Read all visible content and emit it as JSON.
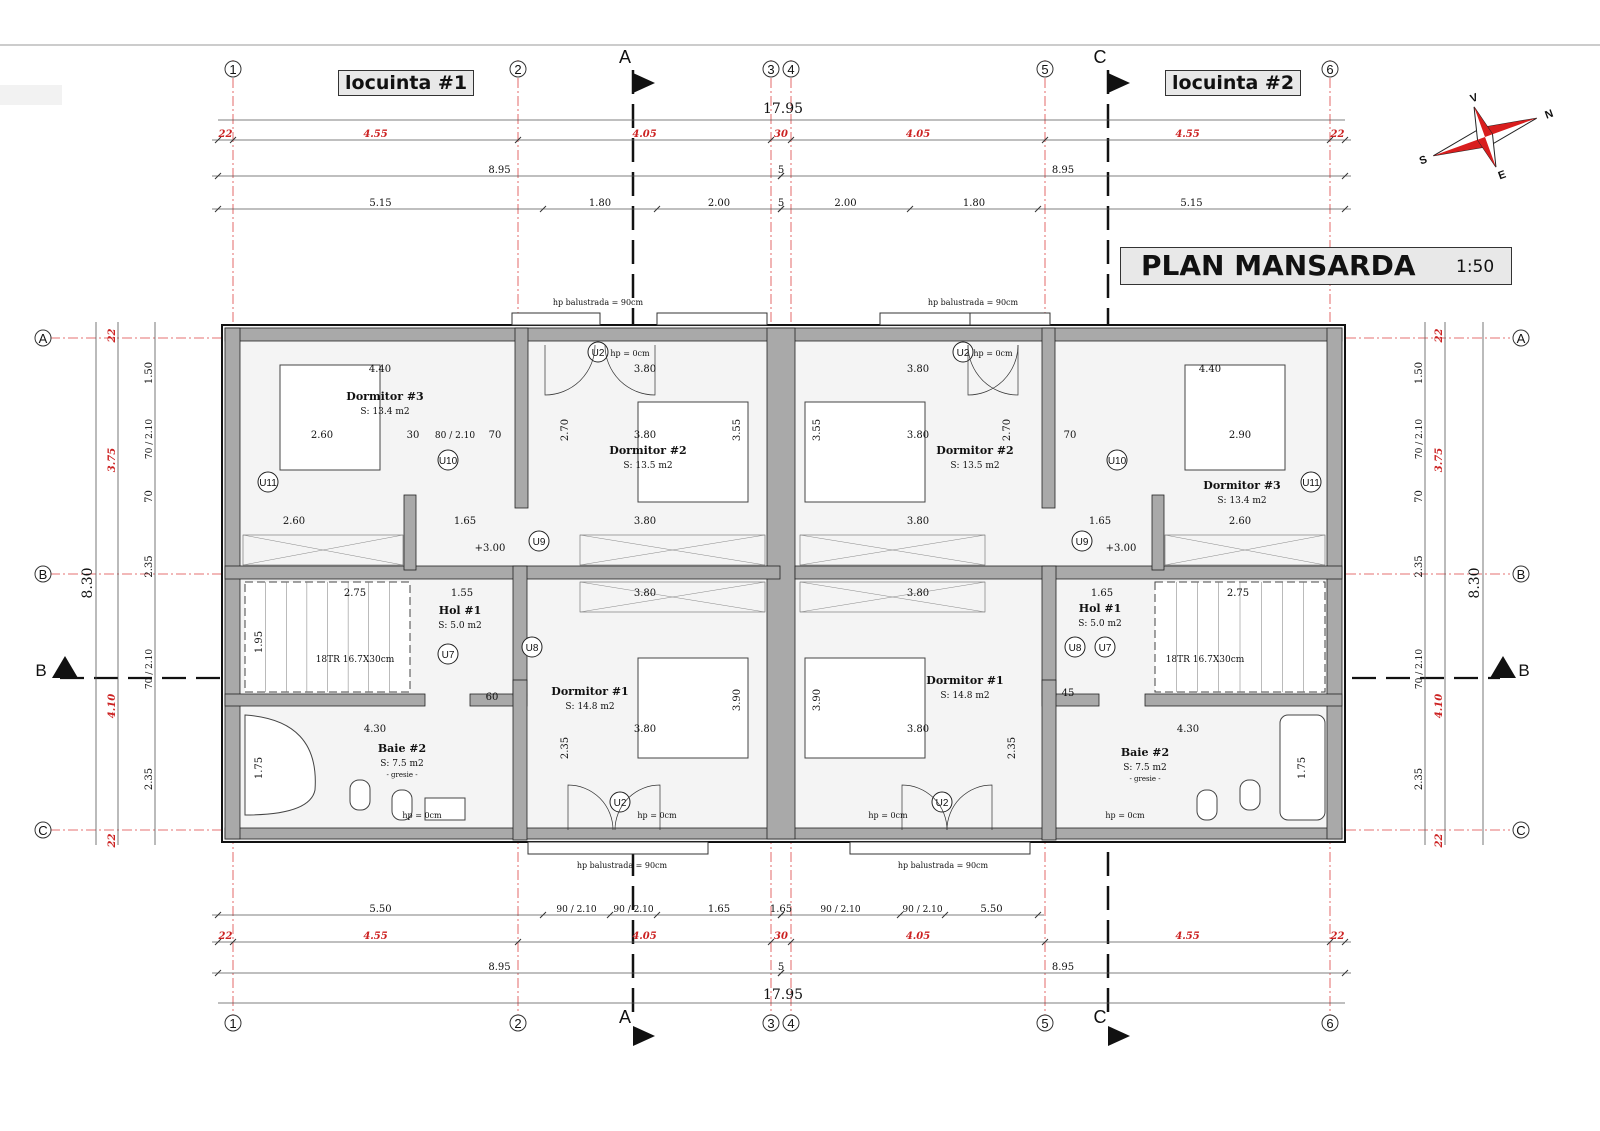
{
  "title": "PLAN MANSARDA",
  "scale": "1:50",
  "units": [
    "locuinta #1",
    "locuinta #2"
  ],
  "compass": {
    "labels": [
      "N",
      "S",
      "E",
      "V"
    ],
    "accent": "#d81e1e"
  },
  "axes": {
    "vertical": [
      "1",
      "2",
      "3",
      "4",
      "5",
      "6"
    ],
    "horizontal": [
      "A",
      "B",
      "C"
    ],
    "sections": [
      "A",
      "A",
      "C",
      "C",
      "B",
      "B"
    ]
  },
  "dimensions": {
    "top_total": "17.95",
    "bottom_total": "17.95",
    "top_axis_red": [
      "22",
      "4.55",
      "4.05",
      "30",
      "4.05",
      "4.55",
      "22"
    ],
    "top_half": [
      "8.95",
      "5",
      "8.95"
    ],
    "top_detail": [
      "5.15",
      "1.80",
      "2.00",
      "5",
      "2.00",
      "1.80",
      "5.15"
    ],
    "bottom_detail": [
      "5.50",
      "90 / 2.10",
      "90 / 2.10",
      "1.65",
      "1.65",
      "90 / 2.10",
      "90 / 2.10",
      "5.50"
    ],
    "bottom_axis_red": [
      "22",
      "4.55",
      "4.05",
      "30",
      "4.05",
      "4.55",
      "22"
    ],
    "bottom_half": [
      "8.95",
      "5",
      "8.95"
    ],
    "side_total": "8.30",
    "side_red": [
      "22",
      "3.75",
      "4.10",
      "22"
    ],
    "side_detail": [
      "1.50",
      "70 / 2.10",
      "70",
      "2.35",
      "70 / 2.10",
      "2.35"
    ]
  },
  "rooms": [
    {
      "name": "Dormitor #3",
      "area": "S: 13.4 m2"
    },
    {
      "name": "Dormitor #2",
      "area": "S: 13.5 m2"
    },
    {
      "name": "Hol #1",
      "area": "S: 5.0 m2"
    },
    {
      "name": "Dormitor #1",
      "area": "S: 14.8 m2"
    },
    {
      "name": "Baie #2",
      "area": "S: 7.5 m2",
      "finish": "- gresie -"
    },
    {
      "name": "Dormitor #2",
      "area": "S: 13.5 m2"
    },
    {
      "name": "Dormitor #3",
      "area": "S: 13.4 m2"
    },
    {
      "name": "Hol #1",
      "area": "S: 5.0 m2"
    },
    {
      "name": "Dormitor #1",
      "area": "S: 14.8 m2"
    },
    {
      "name": "Baie #2",
      "area": "S: 7.5 m2",
      "finish": "- gresie -"
    }
  ],
  "doors": [
    "U11",
    "U10",
    "U9",
    "U8",
    "U7",
    "U2",
    "U2",
    "U10",
    "U9",
    "U8",
    "U7",
    "U11",
    "U2",
    "U2"
  ],
  "notes": {
    "balustrade": "hp balustrada = 90cm",
    "hp0": "hp = 0cm",
    "stairs": "18TR 16.7X30cm",
    "level": "+3.00"
  },
  "interior_dims": [
    "4.40",
    "2.60",
    "30",
    "80 / 2.10",
    "70",
    "2.60",
    "1.65",
    "3.80",
    "3.80",
    "3.80",
    "2.70",
    "3.55",
    "2.75",
    "1.55",
    "1.95",
    "3.80",
    "3.80",
    "3.90",
    "2.35",
    "4.30",
    "1.75",
    "60",
    "3.80",
    "3.80",
    "3.80",
    "2.70",
    "3.55",
    "4.40",
    "2.90",
    "70",
    "2.60",
    "1.65",
    "3.80",
    "3.80",
    "3.90",
    "2.35",
    "2.75",
    "1.65",
    "4.30",
    "1.75",
    "45"
  ]
}
